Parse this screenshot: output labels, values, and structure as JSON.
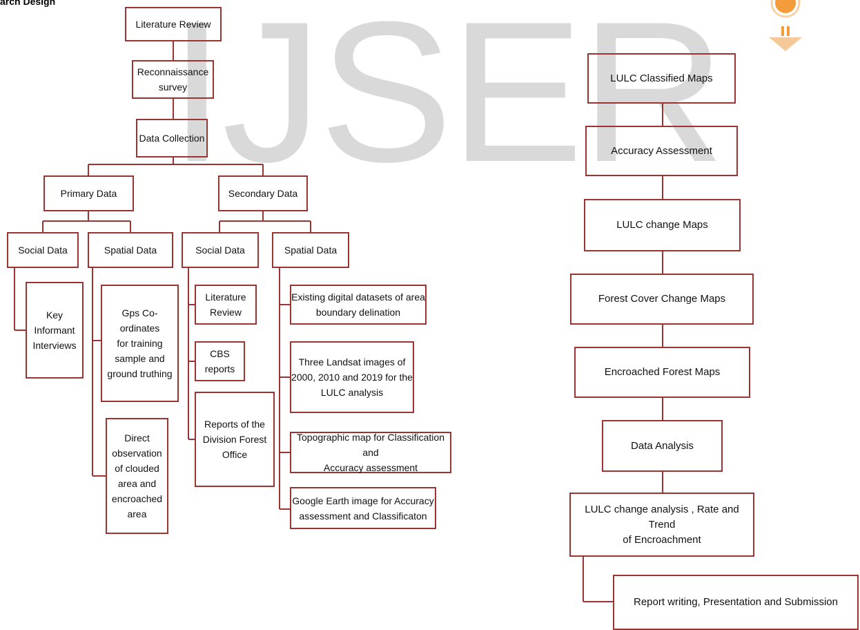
{
  "page": {
    "heading": "arch Design",
    "watermark": "IJSER"
  },
  "left": {
    "literature_review": "Literature Review",
    "reconnaissance": "Reconnaissance\nsurvey",
    "data_collection": "Data Collection",
    "primary_data": "Primary Data",
    "secondary_data": "Secondary Data",
    "primary_social": "Social Data",
    "primary_spatial": "Spatial Data",
    "secondary_social": "Social Data",
    "secondary_spatial": "Spatial Data",
    "key_informant": "Key\nInformant\nInterviews",
    "gps": "Gps Co-ordinates\nfor training\nsample and\nground truthing",
    "direct_observation": "Direct\nobservation\nof clouded\narea and\nencroached\narea",
    "sec_literature_review": "Literature\nReview",
    "cbs_reports": "CBS\nreports",
    "dfo_reports": "Reports of the\nDivision Forest\nOffice",
    "existing_datasets": "Existing digital datasets of area\nboundary delination",
    "landsat": "Three Landsat images of\n2000, 2010 and 2019 for the\nLULC analysis",
    "topographic": "Topographic map for Classification and\nAccuracy assessment",
    "google_earth": "Google Earth image for Accuracy\nassessment and Classificaton"
  },
  "right": {
    "lulc_classified": "LULC Classified Maps",
    "accuracy_assessment": "Accuracy Assessment",
    "lulc_change_maps": "LULC change Maps",
    "forest_cover_change": "Forest Cover Change Maps",
    "encroached_forest": "Encroached Forest Maps",
    "data_analysis": "Data Analysis",
    "lulc_change_analysis": "LULC change analysis , Rate and Trend\nof Encroachment",
    "report_writing": "Report writing, Presentation and Submission"
  },
  "colors": {
    "border": "#9b3333",
    "watermark": "#d9d9d9",
    "logo_orange": "#f39c3c"
  }
}
